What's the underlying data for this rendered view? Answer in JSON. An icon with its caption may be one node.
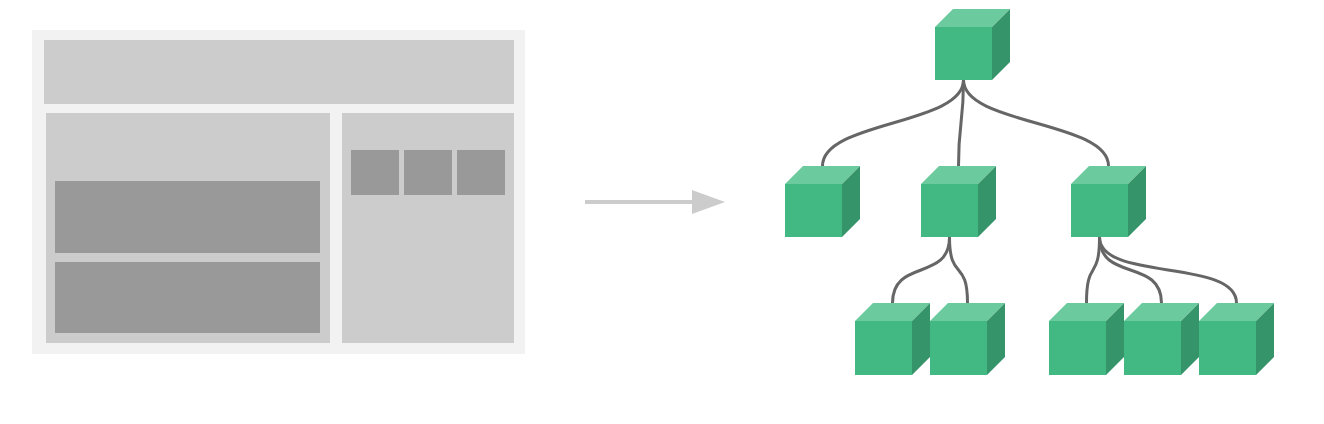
{
  "diagram": {
    "nodes": [
      {
        "text": [],
        "shape": "box"
      },
      {
        "text": [],
        "shape": "box",
        "in": 0
      },
      {
        "text": [],
        "shape": "box",
        "in": 0
      },
      {
        "text": [],
        "shape": "box",
        "in": 2
      },
      {
        "text": [],
        "shape": "box",
        "in": 2
      },
      {
        "text": [],
        "shape": "box",
        "in": 0
      },
      {
        "text": [],
        "shape": "box",
        "in": 5
      },
      {
        "text": [],
        "shape": "box",
        "in": 5
      },
      {
        "text": [],
        "shape": "box",
        "in": 5
      },
      {
        "text": [],
        "shape": "cube"
      },
      {
        "text": [],
        "shape": "cube"
      },
      {
        "text": [],
        "shape": "cube"
      },
      {
        "text": [],
        "shape": "cube"
      },
      {
        "text": [],
        "shape": "cube"
      },
      {
        "text": [],
        "shape": "cube"
      },
      {
        "text": [],
        "shape": "cube"
      },
      {
        "text": [],
        "shape": "cube"
      },
      {
        "text": [],
        "shape": "cube"
      }
    ],
    "edges": [
      {
        "from": 9,
        "to": 10,
        "arrow": "none"
      },
      {
        "from": 9,
        "to": 11,
        "arrow": "none"
      },
      {
        "from": 9,
        "to": 12,
        "arrow": "none"
      },
      {
        "from": 11,
        "to": 13,
        "arrow": "none"
      },
      {
        "from": 11,
        "to": 14,
        "arrow": "none"
      },
      {
        "from": 12,
        "to": 15,
        "arrow": "none"
      },
      {
        "from": 12,
        "to": 16,
        "arrow": "none"
      },
      {
        "from": 12,
        "to": 17,
        "arrow": "none"
      }
    ]
  }
}
